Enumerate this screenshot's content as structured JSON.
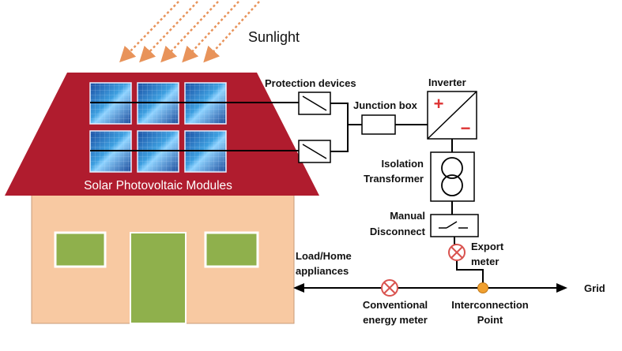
{
  "labels": {
    "sunlight": "Sunlight",
    "modules": "Solar Photovoltaic Modules",
    "protection": "Protection devices",
    "junction": "Junction box",
    "inverter": "Inverter",
    "isolation_1": "Isolation",
    "isolation_2": "Transformer",
    "manual_1": "Manual",
    "manual_2": "Disconnect",
    "export_1": "Export",
    "export_2": "meter",
    "load_1": "Load/Home",
    "load_2": "appliances",
    "conv_1": "Conventional",
    "conv_2": "energy meter",
    "interconn_1": "Interconnection",
    "interconn_2": "Point",
    "grid": "Grid"
  },
  "symbols": {
    "plus": "+",
    "minus": "−"
  },
  "colors": {
    "roof": "#b01c2e",
    "wall": "#f8c9a2",
    "window": "#8fb04c",
    "panel": "#2a6bc0",
    "sun_arrows": "#e8935a",
    "meter": "#d9534f",
    "interconnect_dot": "#f0a030"
  }
}
